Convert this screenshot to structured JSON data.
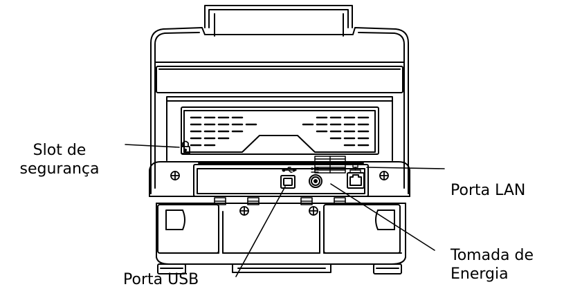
{
  "labels": {
    "security_slot": {
      "line1": "Slot de",
      "line2": "segurança"
    },
    "lan_port": "Porta LAN",
    "power_jack": {
      "line1": "Tomada de",
      "line2": "Energia"
    },
    "usb_port": "Porta USB"
  },
  "icons": {
    "lock": "lock-icon",
    "usb": "usb-icon",
    "lan": "network-icon",
    "power": "power-jack-icon",
    "screw": "screw-icon"
  },
  "colors": {
    "stroke": "#000000",
    "background": "#ffffff"
  }
}
